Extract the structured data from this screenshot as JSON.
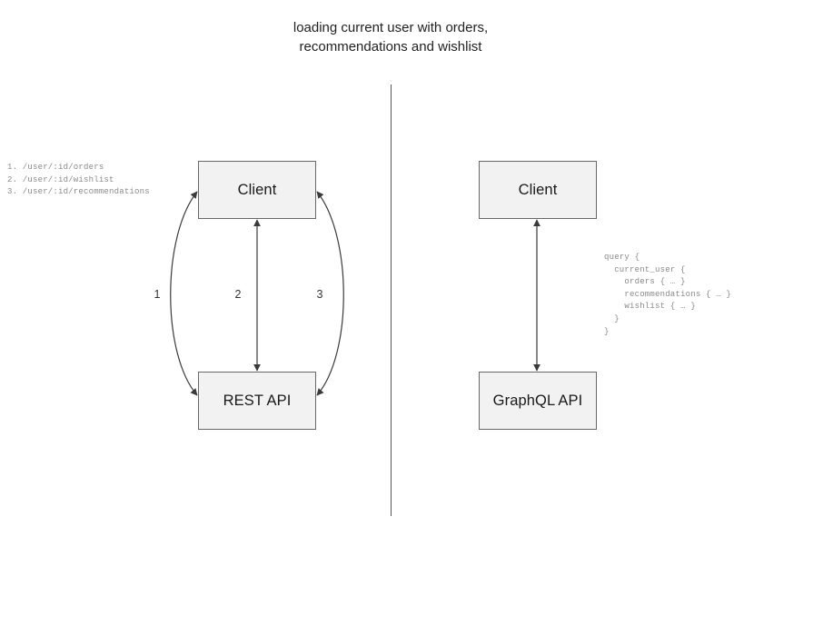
{
  "title": "loading current user with orders,\nrecommendations and wishlist",
  "colors": {
    "node_fill": "#f2f2f2",
    "node_border": "#686868",
    "connector": "#3a3a3a",
    "divider": "#555555",
    "code_text": "#8a8a8a",
    "title_text": "#222222"
  },
  "rest_side": {
    "client_label": "Client",
    "api_label": "REST API",
    "edge_labels": [
      "1",
      "2",
      "3"
    ],
    "endpoint_list": "1. /user/:id/orders\n2. /user/:id/wishlist\n3. /user/:id/recommendations"
  },
  "graphql_side": {
    "client_label": "Client",
    "api_label": "GraphQL API",
    "query": "query {\n  current_user {\n    orders { … }\n    recommendations { … }\n    wishlist { … }\n  }\n}"
  }
}
